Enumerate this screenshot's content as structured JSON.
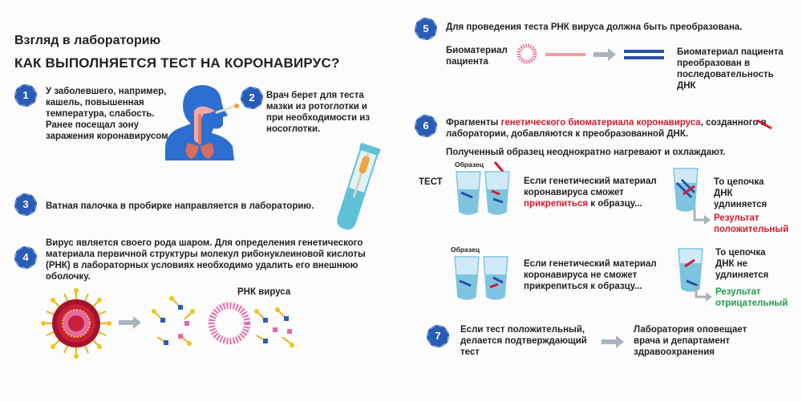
{
  "header": {
    "kicker": "Взгляд в лабораторию",
    "title": "КАК ВЫПОЛНЯЕТСЯ ТЕСТ НА КОРОНАВИРУС?"
  },
  "steps": {
    "s1": {
      "num": "1",
      "text": "У заболевшего, например, кашель, повышенная температура, слабость. Ранее посещал зону заражения коронавирусом."
    },
    "s2": {
      "num": "2",
      "text": "Врач берет для теста мазки из ротоглотки и при необходимости из носоглотки."
    },
    "s3": {
      "num": "3",
      "text": "Ватная палочка в пробирке направляется в лабораторию."
    },
    "s4": {
      "num": "4",
      "text": "Вирус является своего рода шаром. Для определения генетического материала первичной структуры молекул рибонуклеиновой кислоты (РНК) в лабораторных условиях необходимо удалить его внешнюю оболочку.",
      "rna_label": "РНК вируса"
    },
    "s5": {
      "num": "5",
      "text": "Для проведения теста РНК вируса должна быть преобразована.",
      "left_label": "Биоматериал пациента",
      "right_label": "Биоматериал пациента преобразован в последовательность ДНК"
    },
    "s6": {
      "num": "6",
      "text_pre": "Фрагменты ",
      "text_red": "генетического биоматериала коронавируса",
      "text_post": ", созданного в лаборатории, добавляются к преобразованной ДНК.",
      "heat_text": "Полученный образец неоднократно нагревают и охлаждают.",
      "test_label": "ТЕСТ",
      "sample_label": "Образец",
      "pos_line1": "Если генетический материал",
      "pos_line2": "коронавируса сможет",
      "pos_red": "прикрепиться",
      "pos_tail": " к образцу...",
      "pos_result_text": "То цепочка ДНК удлиняется",
      "pos_result": "Результат положительный",
      "neg_text": "Если генетический материал коронавируса не сможет прикрепиться к образцу...",
      "neg_result_text": "То цепочка ДНК не удлиняется",
      "neg_result": "Результат отрицательный"
    },
    "s7": {
      "num": "7",
      "left": "Если тест положительный, делается подтверждающий тест",
      "right": "Лаборатория оповещает врача и департамент здравоохранения"
    }
  },
  "colors": {
    "badge": "#2a5bb5",
    "red": "#d01b2c",
    "green": "#1f9a4a",
    "arrow": "#a9b4be",
    "dna": "#2a4fa8",
    "tube": "#5fc0d8",
    "rna": "#e36aa5"
  }
}
